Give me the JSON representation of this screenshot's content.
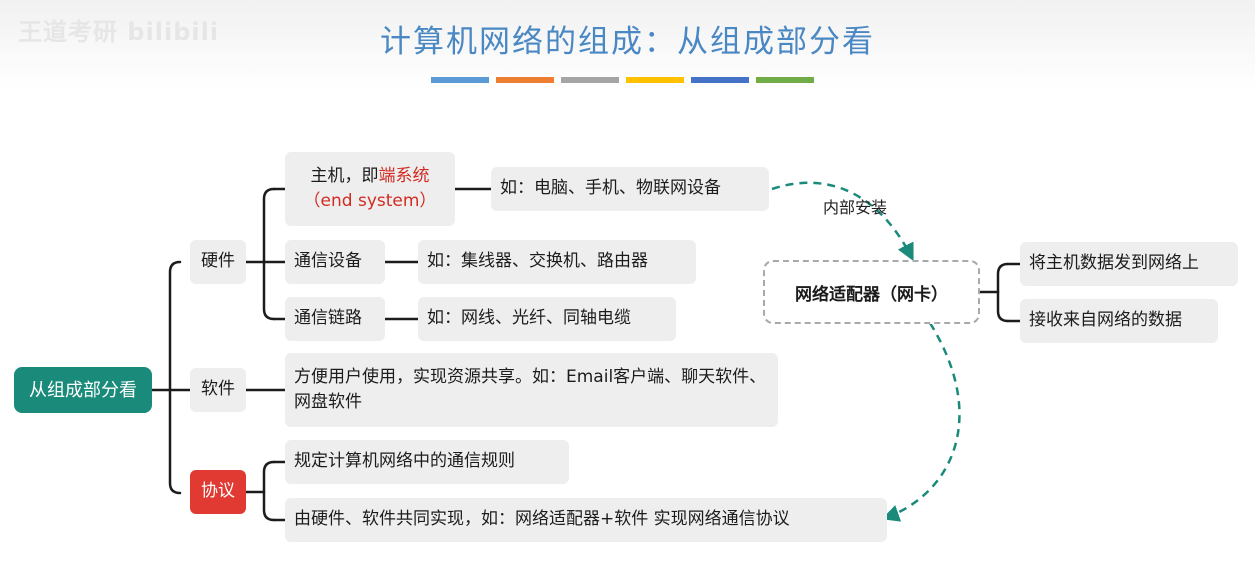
{
  "watermark": "王道考研 bilibili",
  "title": "计算机网络的组成：从组成部分看",
  "colorbar": [
    "#5b9bd5",
    "#ed7d31",
    "#a5a5a5",
    "#ffc000",
    "#4472c4",
    "#70ad47"
  ],
  "root": "从组成部分看",
  "hardware": {
    "label": "硬件",
    "host": {
      "pre": "主机，即",
      "red": "端系统",
      "sub": "（end system）"
    },
    "host_example": "如：电脑、手机、物联网设备",
    "comm_device": "通信设备",
    "comm_device_example": "如：集线器、交换机、路由器",
    "comm_link": "通信链路",
    "comm_link_example": "如：网线、光纤、同轴电缆"
  },
  "software": {
    "label": "软件",
    "desc": "方便用户使用，实现资源共享。如：Email客户端、聊天软件、网盘软件"
  },
  "protocol": {
    "label": "协议",
    "rule": "规定计算机网络中的通信规则",
    "impl": "由硬件、软件共同实现，如：网络适配器+软件 实现网络通信协议"
  },
  "adapter": {
    "install_label": "内部安装",
    "name": "网络适配器（网卡）",
    "send": "将主机数据发到网络上",
    "recv": "接收来自网络的数据"
  }
}
